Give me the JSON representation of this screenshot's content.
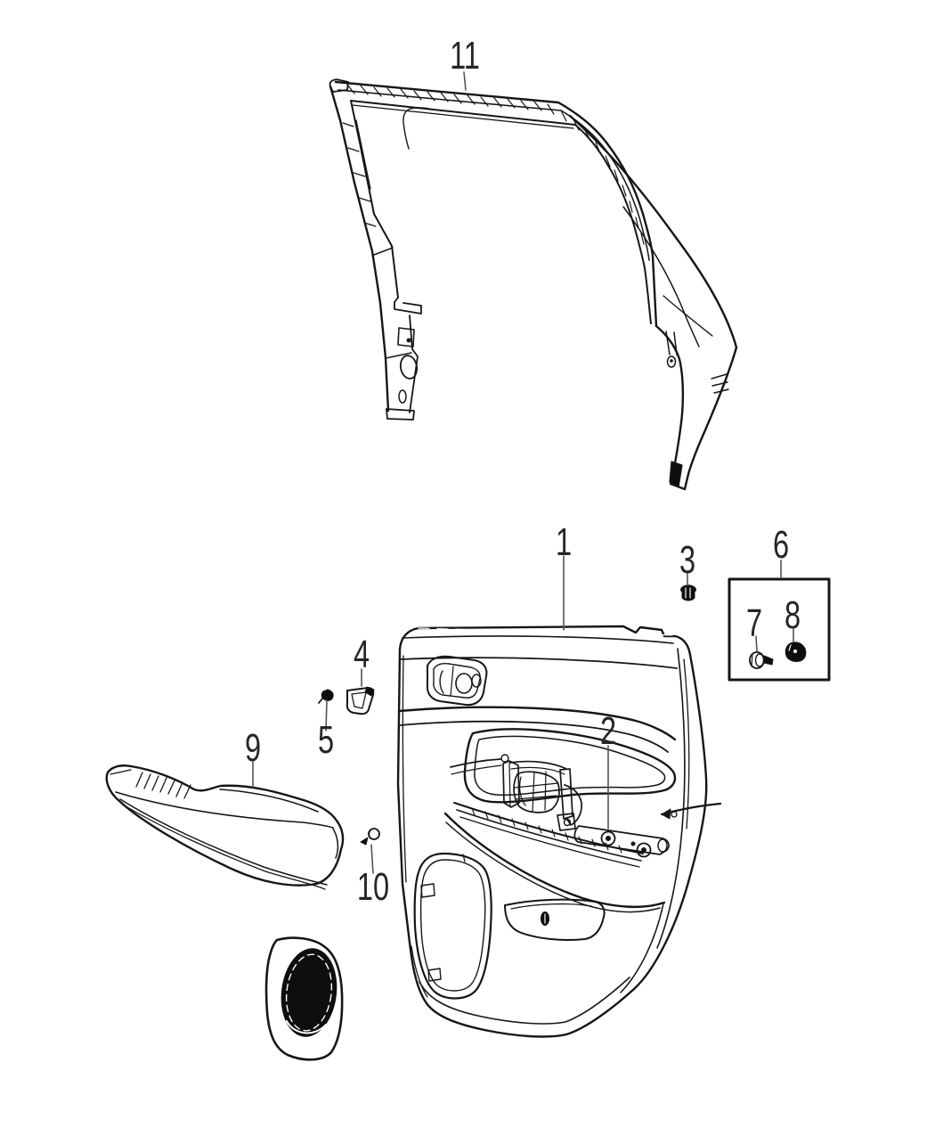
{
  "figure": {
    "type": "exploded-parts-line-diagram",
    "background": "#ffffff",
    "line_color": "#161616",
    "leader_color": "#555555",
    "label_color": "#262626",
    "dark_fill": "#0e0e0e"
  },
  "callouts": [
    {
      "num": "1"
    },
    {
      "num": "2"
    },
    {
      "num": "3"
    },
    {
      "num": "4"
    },
    {
      "num": "5"
    },
    {
      "num": "6"
    },
    {
      "num": "7"
    },
    {
      "num": "8"
    },
    {
      "num": "9"
    },
    {
      "num": "10"
    },
    {
      "num": "11"
    }
  ]
}
